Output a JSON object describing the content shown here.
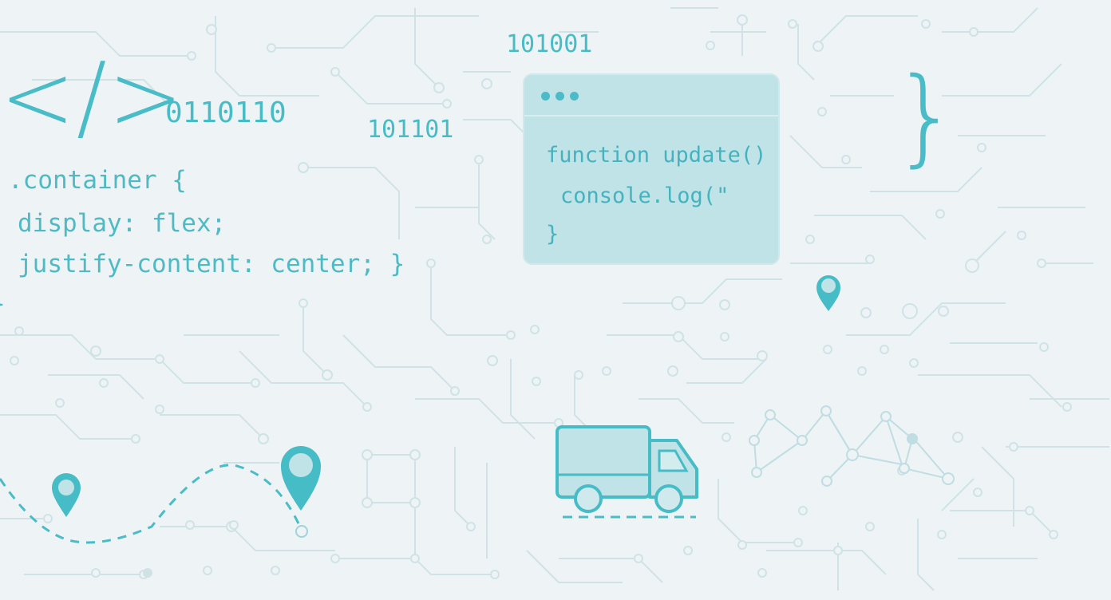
{
  "decor": {
    "html_tag": "</>",
    "binary_1": "0110110",
    "binary_2": "101101",
    "binary_3": "101001",
    "right_brace": "}"
  },
  "css_snippet": {
    "line1": ".container {",
    "line2": "display: flex;",
    "line3": "justify-content: center; }",
    "line4": "}"
  },
  "code_window": {
    "line1": "function update()",
    "line2": "console.log(\"",
    "line3": "}"
  },
  "icons": [
    "code-window-icon",
    "map-pin-icon",
    "delivery-truck-icon",
    "circuit-network-icon",
    "route-path-icon"
  ],
  "colors": {
    "accent": "#46bcc6",
    "background": "#eef3f5",
    "circuit": "#cde4e8",
    "window": "#bfe3e6"
  }
}
